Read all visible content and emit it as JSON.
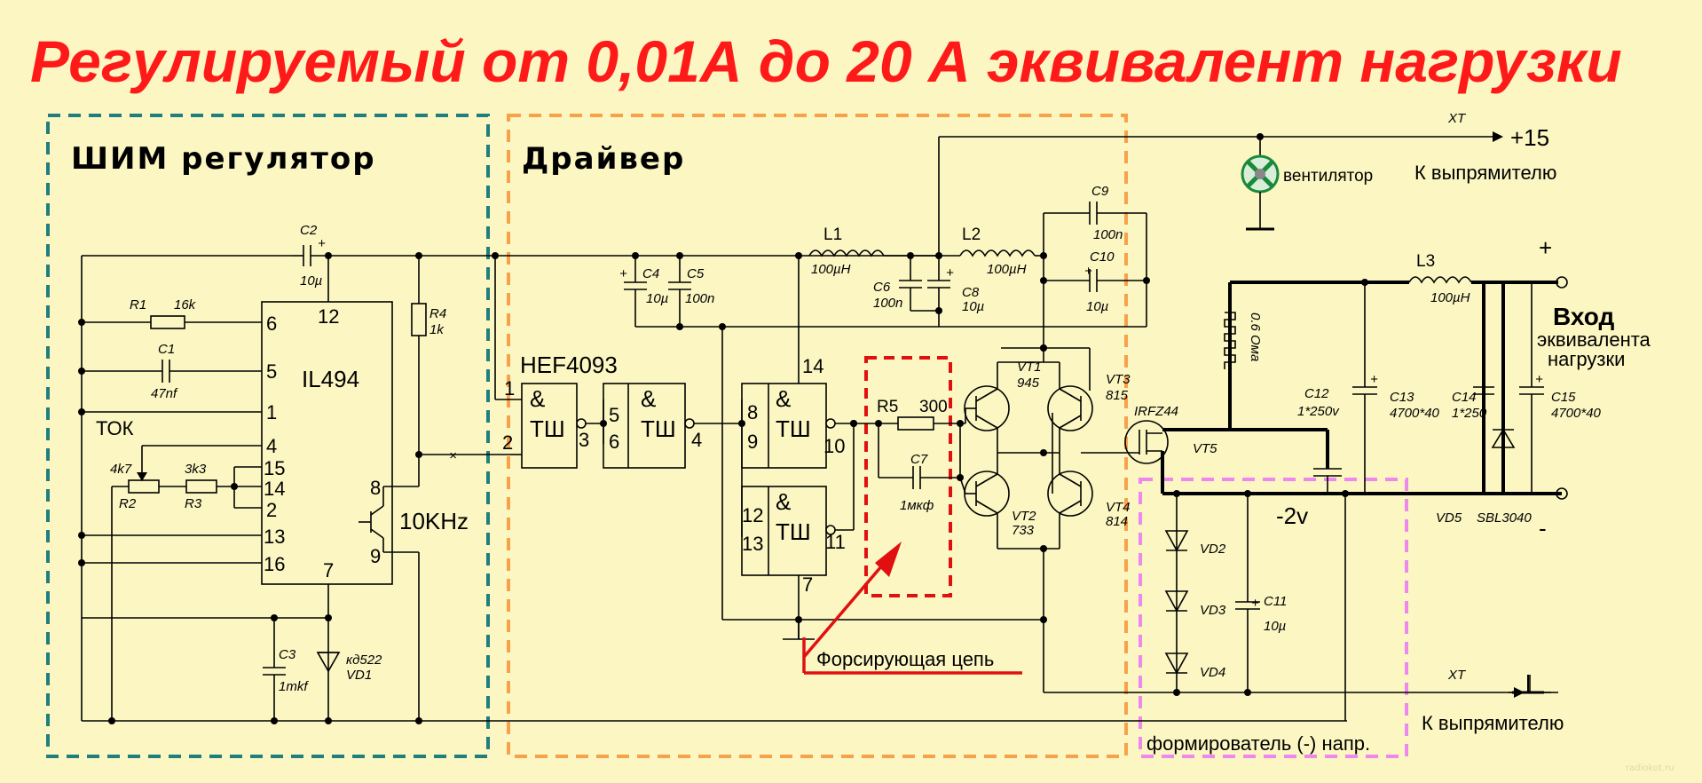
{
  "title": "Регулируемый от 0,01А  до 20 А  эквивалент нагрузки",
  "sections": {
    "pwm": "ШИМ регулятор",
    "driver": "Драйвер",
    "neg": "формирователь (-) напр."
  },
  "chips": {
    "ic1": "IL494",
    "ic2": "HEF4093",
    "gate": "&",
    "schmitt": "ТШ"
  },
  "pins": {
    "p6": "6",
    "p12": "12",
    "p5": "5",
    "p1": "1",
    "p4": "4",
    "p15": "15",
    "p14": "14",
    "p2": "2",
    "p13": "13",
    "p16": "16",
    "p7": "7",
    "p8": "8",
    "p9": "9",
    "g1a": "1",
    "g1b": "2",
    "g1c": "3",
    "g2a": "5",
    "g2b": "6",
    "g2c": "4",
    "g3a": "8",
    "g3b": "9",
    "g3c": "10",
    "g3v": "14",
    "g4a": "12",
    "g4b": "13",
    "g4c": "11",
    "g4g": "7"
  },
  "components": {
    "R1": "R1",
    "R1v": "16k",
    "C1": "C1",
    "C1v": "47nf",
    "C2": "C2",
    "C2v": "10µ",
    "R4": "R4",
    "R4v": "1k",
    "R2v": "4k7",
    "R2": "R2",
    "R3v": "3k3",
    "R3": "R3",
    "C3": "C3",
    "C3v": "1mkf",
    "VD1v": "кд522",
    "VD1": "VD1",
    "C4": "C4",
    "C4v": "10µ",
    "C5": "C5",
    "C5v": "100n",
    "L1": "L1",
    "L1v": "100µH",
    "L2": "L2",
    "L2v": "100µH",
    "C6": "C6",
    "C6v": "100n",
    "C8": "C8",
    "C8v": "10µ",
    "C9": "C9",
    "C9v": "100n",
    "C10": "C10",
    "C10v": "10µ",
    "R5": "R5",
    "R5v": "300",
    "C7": "C7",
    "C7v": "1мкф",
    "VT1": "VT1",
    "VT1v": "945",
    "VT3": "VT3",
    "VT3v": "815",
    "VT2": "VT2",
    "VT2v": "733",
    "VT4": "VT4",
    "VT4v": "814",
    "VT5": "VT5",
    "VT5v": "IRFZ44",
    "Rsh": "0.6 Ома",
    "C12": "C12",
    "C12v": "1*250v",
    "C13": "C13",
    "C13v": "4700*40",
    "L3": "L3",
    "L3v": "100µH",
    "C14": "C14",
    "C14v": "1*250",
    "C15": "C15",
    "C15v": "4700*40",
    "VD5": "VD5",
    "VD5v": "SBL3040",
    "VD2": "VD2",
    "VD3": "VD3",
    "VD4": "VD4",
    "C11": "C11",
    "C11v": "10µ"
  },
  "labels": {
    "tok": "ТОК",
    "freq": "10KHz",
    "fan": "вентилятор",
    "xt": "XT",
    "plus15": "+15",
    "toRect1": "К выпрямителю",
    "toRect2": "К выпрямителю",
    "plus": "+",
    "minus": "-",
    "inputL1": "Вход",
    "inputL2": "эквивалента",
    "inputL3": "нагрузки",
    "neg2v": "-2v",
    "forcing": "Форсирующая цепь",
    "watermark": "radiokot.ru"
  },
  "colors": {
    "background": "#fbf6c2",
    "title": "#ff1a1a",
    "pwmBox": "#1f7f7f",
    "driverBox": "#f7a14a",
    "negBox": "#ee88ee",
    "forcingBox": "#e01010",
    "fanGreen": "#1a8a3a"
  }
}
